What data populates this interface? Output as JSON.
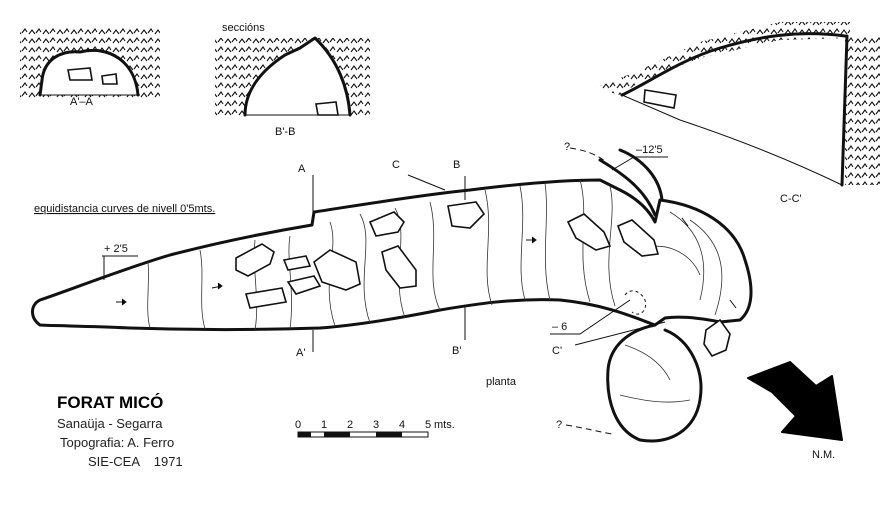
{
  "labels": {
    "sections": "seccións",
    "sec_aa": "A'–A",
    "sec_bb": "B'-B",
    "sec_cc": "C-C'",
    "equidistance": "equidistancia curves de nivell 0'5mts.",
    "cut_a": "A",
    "cut_a_prime": "A'",
    "cut_b": "B",
    "cut_b_prime": "B'",
    "cut_c": "C",
    "cut_c_prime": "C'",
    "depth_plus": "+ 2'5",
    "depth_minus6": "– 6",
    "depth_minus12": "–12'5",
    "unknown_top": "?",
    "unknown_bottom": "?",
    "plan_label": "planta",
    "north": "N.M."
  },
  "title": {
    "name": "FORAT MICÓ",
    "location": "Sanaüja - Segarra",
    "survey": "Topografia: A. Ferro",
    "group_year": "SIE-CEA    1971"
  },
  "scale": {
    "ticks": [
      "0",
      "1",
      "2",
      "3",
      "4",
      "5"
    ],
    "unit": "mts."
  }
}
